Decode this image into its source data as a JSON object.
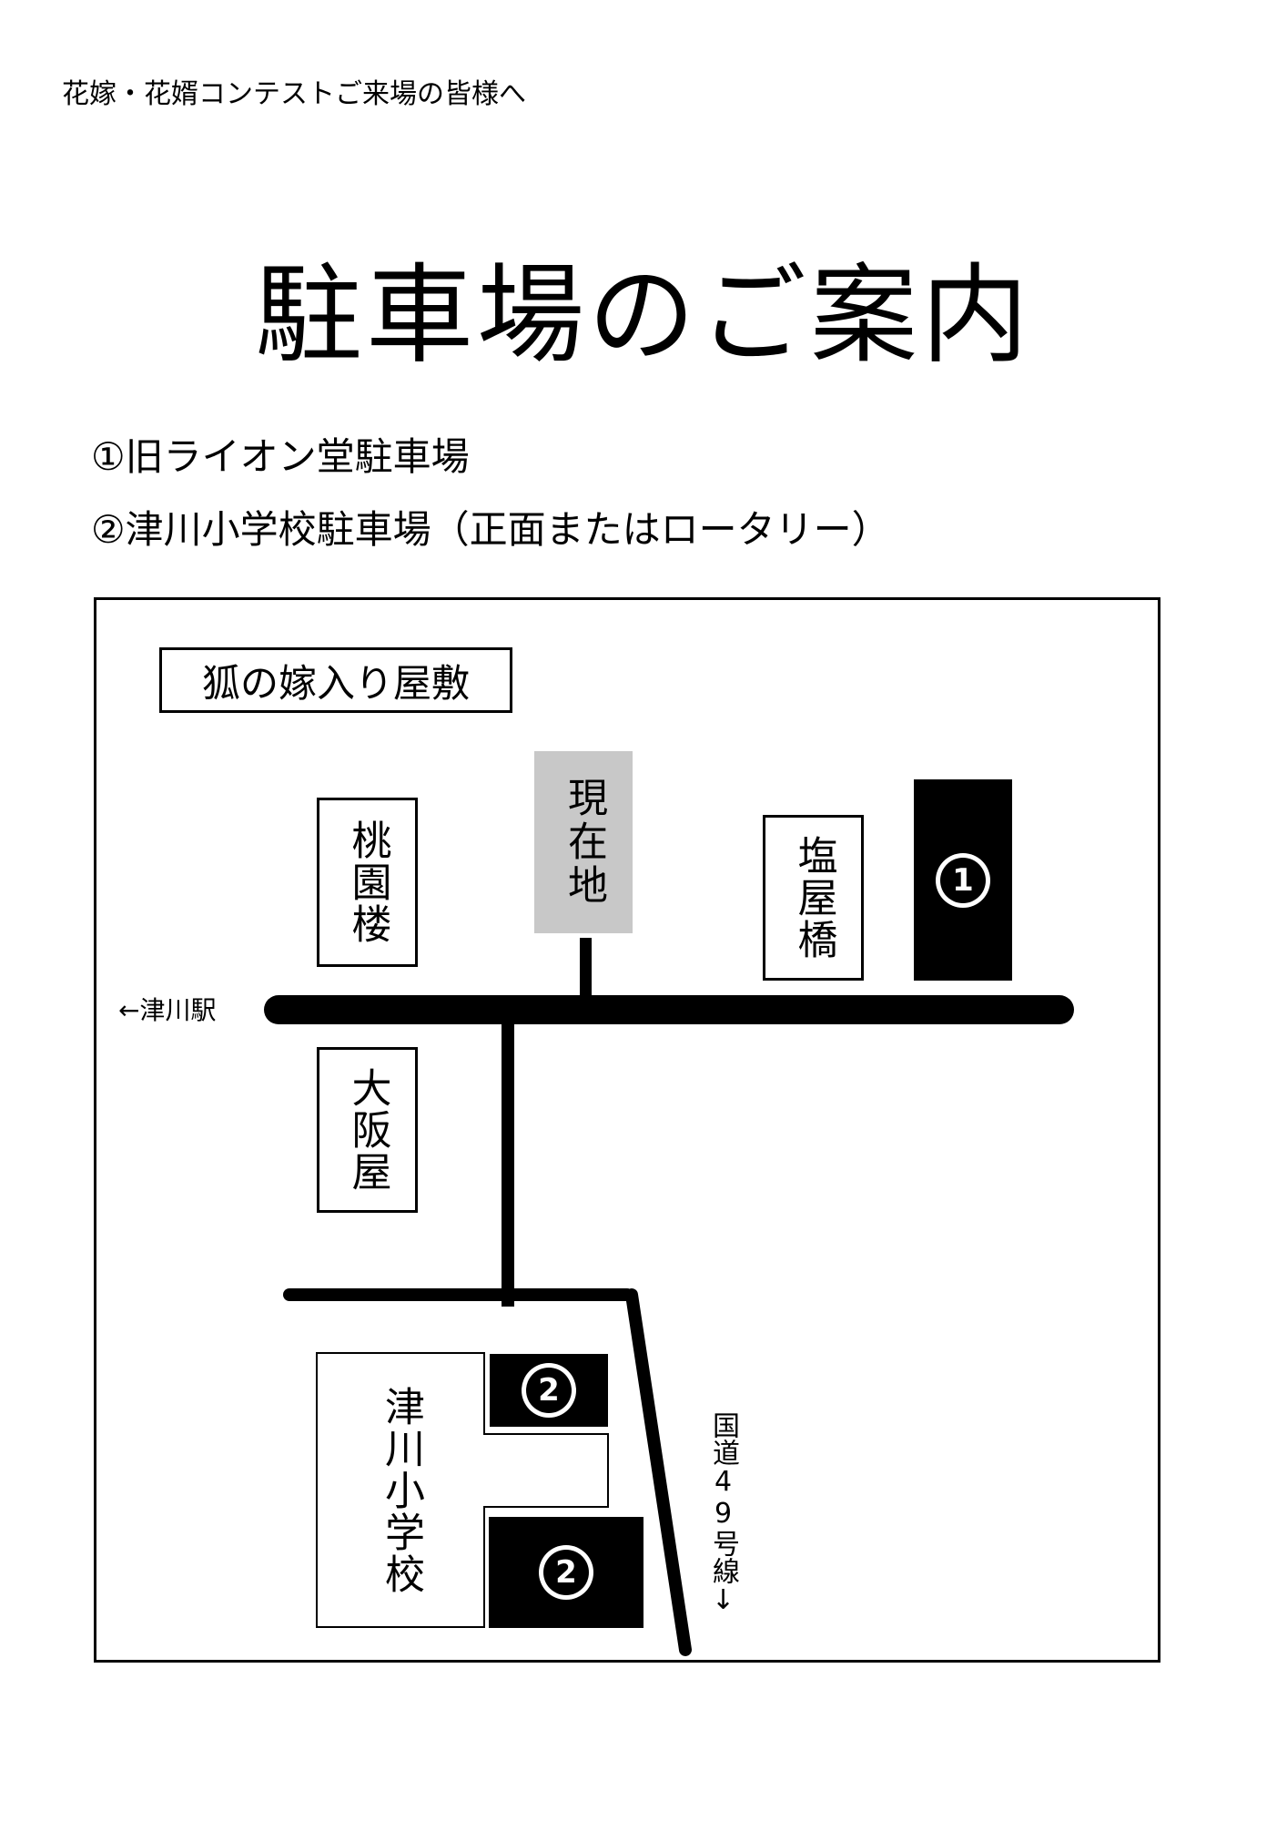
{
  "header": {
    "greeting": "花嫁・花婿コンテストご来場の皆様へ",
    "title": "駐車場のご案内"
  },
  "parking_lots": [
    {
      "label": "①旧ライオン堂駐車場"
    },
    {
      "label": "②津川小学校駐車場（正面またはロータリー）"
    }
  ],
  "map": {
    "landmark_box": "狐の嫁入り屋敷",
    "current_location": "現在地",
    "buildings": {
      "touen": "桃園楼",
      "shioya": "塩屋橋",
      "osaka": "大阪屋",
      "school": "津川小学校"
    },
    "parking_markers": {
      "p1": "1",
      "p2": "2"
    },
    "direction_station": "←津川駅",
    "direction_route": "国道49号線↓"
  },
  "colors": {
    "parking_block": "#000000",
    "current_location_bg": "#c8c8c8"
  }
}
